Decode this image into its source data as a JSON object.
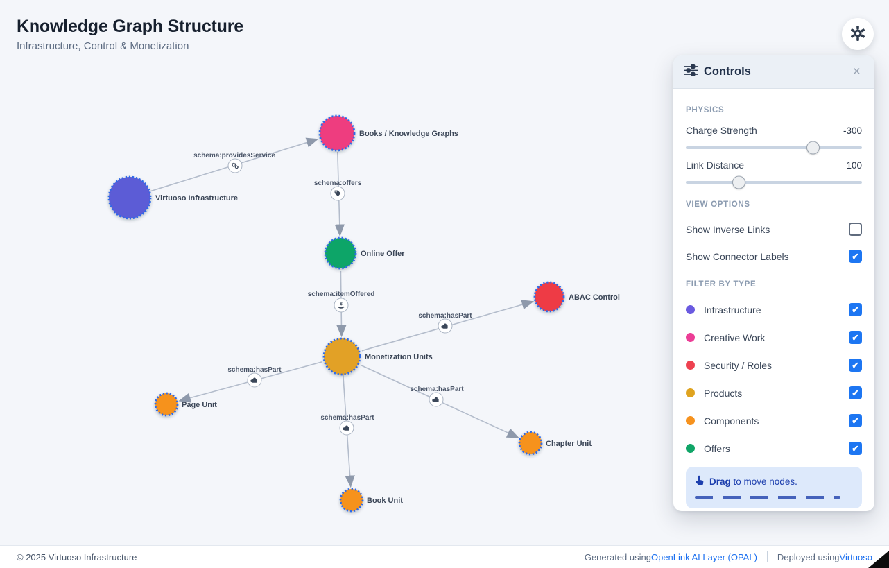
{
  "header": {
    "title": "Knowledge Graph Structure",
    "subtitle": "Infrastructure, Control & Monetization"
  },
  "controls": {
    "title": "Controls",
    "close": "×",
    "physics": {
      "heading": "PHYSICS",
      "sliders": [
        {
          "label": "Charge Strength",
          "value": "-300",
          "percent": 72
        },
        {
          "label": "Link Distance",
          "value": "100",
          "percent": 30
        }
      ]
    },
    "view_options": {
      "heading": "VIEW OPTIONS",
      "toggles": [
        {
          "label": "Show Inverse Links",
          "checked": false
        },
        {
          "label": "Show Connector Labels",
          "checked": true
        }
      ]
    },
    "filter": {
      "heading": "FILTER BY TYPE",
      "items": [
        {
          "label": "Infrastructure",
          "color": "#6a5ae0",
          "checked": true
        },
        {
          "label": "Creative Work",
          "color": "#ec3d96",
          "checked": true
        },
        {
          "label": "Security / Roles",
          "color": "#ee4150",
          "checked": true
        },
        {
          "label": "Products",
          "color": "#dfa31f",
          "checked": true
        },
        {
          "label": "Components",
          "color": "#f6921e",
          "checked": true
        },
        {
          "label": "Offers",
          "color": "#10a567",
          "checked": true
        }
      ]
    },
    "hint": {
      "bold": "Drag",
      "text": " to move nodes."
    }
  },
  "graph": {
    "nodes": [
      {
        "label": "Virtuoso Infrastructure",
        "type": "Infrastructure",
        "color": "#5b5bd6"
      },
      {
        "label": "Books / Knowledge Graphs",
        "type": "Creative Work",
        "color": "#ee3e7f"
      },
      {
        "label": "Online Offer",
        "type": "Offers",
        "color": "#10a567"
      },
      {
        "label": "ABAC Control",
        "type": "Security / Roles",
        "color": "#ee3a44"
      },
      {
        "label": "Monetization Units",
        "type": "Products",
        "color": "#e2a126"
      },
      {
        "label": "Page Unit",
        "type": "Components",
        "color": "#f6921e"
      },
      {
        "label": "Chapter Unit",
        "type": "Components",
        "color": "#f6921e"
      },
      {
        "label": "Book Unit",
        "type": "Components",
        "color": "#f6921e"
      }
    ],
    "edges": [
      {
        "label": "schema:providesService",
        "from": "Virtuoso Infrastructure",
        "to": "Books / Knowledge Graphs",
        "icon": "gears-icon"
      },
      {
        "label": "schema:offers",
        "from": "Books / Knowledge Graphs",
        "to": "Online Offer",
        "icon": "tag-icon"
      },
      {
        "label": "schema:itemOffered",
        "from": "Online Offer",
        "to": "Monetization Units",
        "icon": "hand-dollar-icon"
      },
      {
        "label": "schema:hasPart",
        "from": "Monetization Units",
        "to": "ABAC Control",
        "icon": "puzzle-icon"
      },
      {
        "label": "schema:hasPart",
        "from": "Monetization Units",
        "to": "Page Unit",
        "icon": "puzzle-icon"
      },
      {
        "label": "schema:hasPart",
        "from": "Monetization Units",
        "to": "Chapter Unit",
        "icon": "puzzle-icon"
      },
      {
        "label": "schema:hasPart",
        "from": "Monetization Units",
        "to": "Book Unit",
        "icon": "puzzle-icon"
      }
    ]
  },
  "footer": {
    "copyright": "© 2025 Virtuoso Infrastructure",
    "generated_prefix": "Generated using ",
    "generated_link": "OpenLink AI Layer (OPAL)",
    "deployed_prefix": "Deployed using ",
    "deployed_link": "Virtuoso"
  }
}
